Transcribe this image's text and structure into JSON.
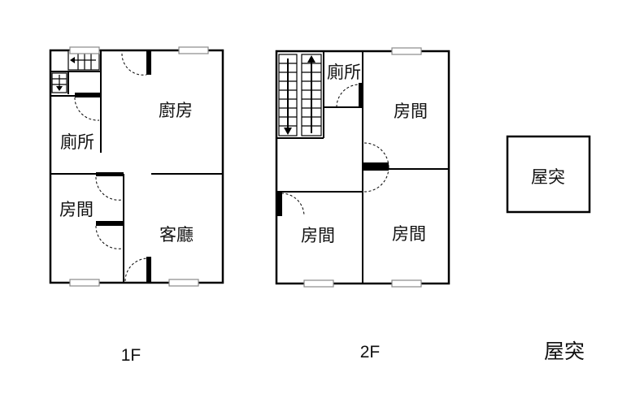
{
  "floor_1": {
    "label": "1F",
    "rooms": {
      "kitchen": "廚房",
      "toilet": "廁所",
      "bedroom": "房間",
      "living": "客廳"
    }
  },
  "floor_2": {
    "label": "2F",
    "rooms": {
      "toilet": "廁所",
      "bedroom_ne": "房間",
      "bedroom_sw": "房間",
      "bedroom_se": "房間"
    }
  },
  "roof": {
    "label": "屋突",
    "box_label": "屋突"
  }
}
